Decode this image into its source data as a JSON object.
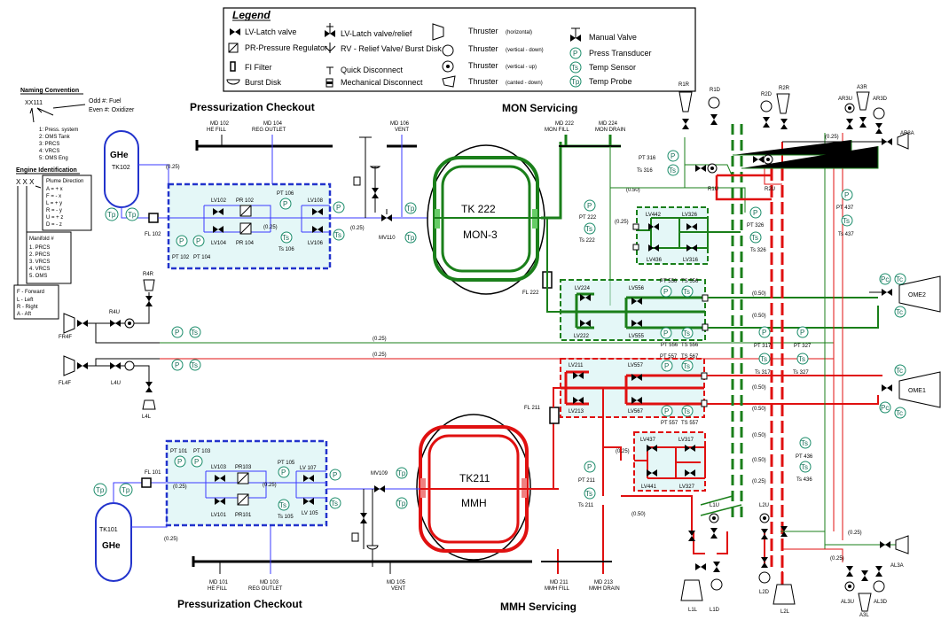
{
  "legend": {
    "title": "Legend",
    "items": [
      {
        "key": "lv",
        "label": "LV-Latch valve"
      },
      {
        "key": "lvr",
        "label": "LV-Latch valve/relief"
      },
      {
        "key": "thh",
        "label": "Thruster",
        "note": "(horizontal)"
      },
      {
        "key": "mv",
        "label": "Manual Valve"
      },
      {
        "key": "pr",
        "label": "PR-Pressure Regulator"
      },
      {
        "key": "rv",
        "label": "RV -  Relief Valve/ Burst Disk"
      },
      {
        "key": "thvd",
        "label": "Thruster",
        "note": "(vertical - down)"
      },
      {
        "key": "pt",
        "label": "Press Transducer"
      },
      {
        "key": "fi",
        "label": "FI Filter"
      },
      {
        "key": "qd",
        "label": "Quick Disconnect"
      },
      {
        "key": "thvu",
        "label": "Thruster",
        "note": "(vertical - up)"
      },
      {
        "key": "ts",
        "label": "Temp Sensor"
      },
      {
        "key": "bd",
        "label": "Burst Disk"
      },
      {
        "key": "md",
        "label": "Mechanical Disconnect"
      },
      {
        "key": "thc",
        "label": "Thruster",
        "note": "(canted - down)"
      },
      {
        "key": "tp",
        "label": "Temp Probe"
      }
    ]
  },
  "naming": {
    "title": "Naming Convention",
    "code": "XX111",
    "odd": "Odd #: Fuel",
    "even": "Even #: Oxidizer",
    "systems": [
      "1: Press. system",
      "2: OMS Tank",
      "3: PRCS",
      "4: VRCS",
      "5: OMS Eng"
    ]
  },
  "engine_id": {
    "title": "Engine Identification",
    "code": "X X X",
    "plume_title": "Plume Direction",
    "plume": [
      "A  = + x",
      "F  = - x",
      "L = + y",
      "R  = - y",
      "U = + z",
      "D = - z"
    ],
    "manifold_title": "Manifold #",
    "manifold": [
      "1. PRCS",
      "2. PRCS",
      "3. VRCS",
      "4. VRCS",
      "5. OMS"
    ],
    "directions": [
      "F - Forward",
      "L - Left",
      "R - Right",
      "A - Aft"
    ]
  },
  "sections": {
    "press_top": "Pressurization Checkout",
    "press_bottom": "Pressurization Checkout",
    "mon": "MON Servicing",
    "mmh": "MMH Servicing"
  },
  "tanks": {
    "ghe_top": {
      "name": "GHe",
      "id": "TK102"
    },
    "ghe_bottom": {
      "name": "GHe",
      "id": "TK101"
    },
    "mon": {
      "id": "TK 222",
      "fluid": "MON-3"
    },
    "mmh": {
      "id": "TK211",
      "fluid": "MMH"
    }
  },
  "disconnects": {
    "md102": [
      "MD 102",
      "HE FILL"
    ],
    "md104": [
      "MD 104",
      "REG OUTLET"
    ],
    "md106": [
      "MD 106",
      "VENT"
    ],
    "md222": [
      "MD 222",
      "MON FILL"
    ],
    "md224": [
      "MD 224",
      "MON DRAIN"
    ],
    "md101": [
      "MD 101",
      "HE FILL"
    ],
    "md103": [
      "MD 103",
      "REG OUTLET"
    ],
    "md105": [
      "MD 105",
      "VENT"
    ],
    "md211": [
      "MD 211",
      "MMH FILL"
    ],
    "md213": [
      "MD 213",
      "MMH DRAIN"
    ]
  },
  "labels": {
    "fl102": "FL 102",
    "fl101": "FL 101",
    "fl222": "FL 222",
    "fl211": "FL 211",
    "lv102": "LV102",
    "pr102": "PR 102",
    "pt106": "PT 106",
    "lv108": "LV108",
    "lv104": "LV104",
    "pr104": "PR 104",
    "ts106": "Ts 106",
    "lv106": "LV106",
    "pt102": "PT 102",
    "pt104": "PT 104",
    "mv110": "MV110",
    "mv109": "MV109",
    "pt101": "PT 101",
    "pt103": "PT 103",
    "lv103": "LV103",
    "pr103": "PR103",
    "pt105": "PT 105",
    "lv107": "LV 107",
    "lv101": "LV101",
    "pr101": "PR101",
    "ts105": "Ts 105",
    "lv105": "LV 105",
    "pt222": "PT 222",
    "ts222": "Ts 222",
    "pt211": "PT 211",
    "ts211": "Ts 211",
    "lv442": "LV442",
    "lv326": "LV326",
    "lv436": "LV436",
    "lv316": "LV316",
    "pt316": "PT 316",
    "ts316": "Ts 316",
    "pt326": "PT 326",
    "ts326": "Ts 326",
    "lv224": "LV224",
    "lv556": "LV556",
    "lv222": "LV222",
    "lv555": "LV555",
    "pt556a": "PT 556",
    "ts556a": "TS 556",
    "pt556b": "PT 556",
    "ts556b": "TS 556",
    "lv211": "LV211",
    "lv557": "LV557",
    "lv213": "LV213",
    "lv567": "LV567",
    "pt557a": "PT 557",
    "ts567a": "TS 567",
    "pt557b": "PT 557",
    "ts557b": "TS 557",
    "lv437": "LV437",
    "lv317": "LV317",
    "lv441": "LV441",
    "lv327": "LV327",
    "pt437": "PT 437",
    "ts437": "Ts 437",
    "pt317": "PT 317",
    "ts317": "Ts 317",
    "pt327": "PT 327",
    "ts327": "Ts 327",
    "pt436": "PT 436",
    "ts436": "Ts 436",
    "r4r": "R4R",
    "r4u": "R4U",
    "fr4f": "FR4F",
    "fl4f": "FL4F",
    "l4u": "L4U",
    "l4l": "L4L",
    "r1r": "R1R",
    "r1d": "R1D",
    "r1u": "R1U",
    "r2d": "R2D",
    "r2r": "R2R",
    "r2u": "R2U",
    "ar3u": "AR3U",
    "ar3r": "A3R",
    "ar3d": "AR3D",
    "ar3a": "AR3A",
    "ome2": "OME2",
    "ome1": "OME1",
    "l1u": "L1U",
    "l1l": "L1L",
    "l1d": "L1D",
    "l2u": "L2U",
    "l2d": "L2D",
    "l2l": "L2L",
    "al3a": "AL3A",
    "al3u": "AL3U",
    "a3l": "A3L",
    "al3d": "AL3D"
  },
  "orifice": "(0.25)",
  "orifice_50": "(0.50)",
  "sensor_text": {
    "p": "P",
    "ts": "Ts",
    "tp": "Tp",
    "tc": "Tc",
    "pc": "Pc"
  }
}
